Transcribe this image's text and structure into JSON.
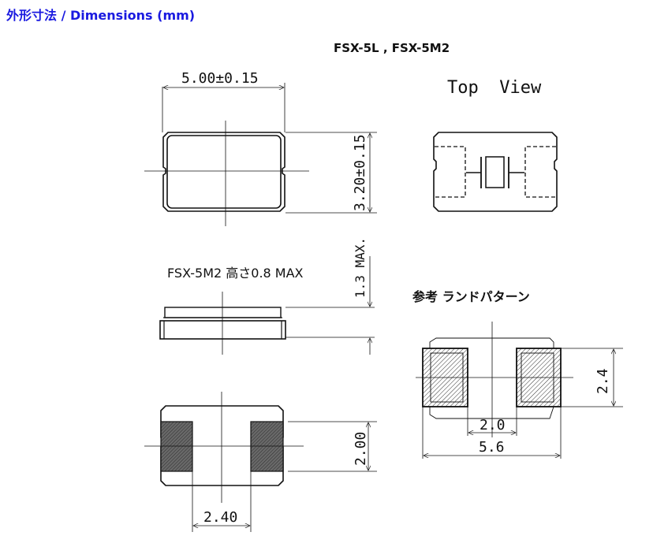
{
  "header": {
    "title": "外形寸法 / Dimensions (mm)",
    "title_color": "#1a1ae0"
  },
  "model_label": "FSX-5L , FSX-5M2",
  "top_view": {
    "label": "Top  View"
  },
  "package_top": {
    "width_dim": "5.00±0.15",
    "height_dim": "3.20±0.15"
  },
  "side_view": {
    "note": "FSX-5M2 高さ0.8 MAX",
    "height_dim": "1.3 MAX."
  },
  "bottom_view": {
    "pad_height_dim": "2.00",
    "pad_gap_dim": "2.40",
    "pad_fill": "#555555"
  },
  "land_pattern": {
    "title": "参考 ランドパターン",
    "height_dim": "2.4",
    "gap_dim": "2.0",
    "width_dim": "5.6"
  }
}
